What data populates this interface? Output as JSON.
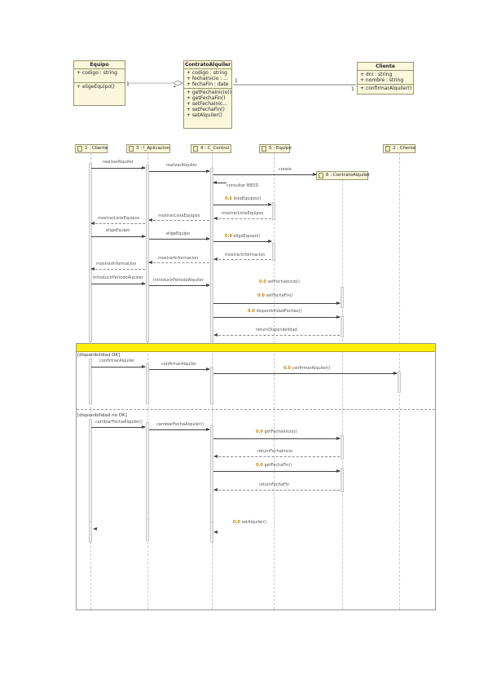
{
  "classes": {
    "equipo": {
      "name": "Equipo",
      "attributes": [
        "+ codigo : string"
      ],
      "operations": [
        "+ eligeEquipo()"
      ]
    },
    "contrato": {
      "name": "ContratoAlquiler",
      "attributes": [
        "+ codigo : string",
        "+ fechaInicio : ...",
        "+ fechaFin : date"
      ],
      "operations": [
        "+ getFechaInicio()",
        "+ getFechaFin()",
        "+ setFechaInic...",
        "+ setFechaFin()",
        "+ setAlquiler()"
      ]
    },
    "cliente": {
      "name": "Cliente",
      "attributes": [
        "+ dni : string",
        "+ nombre : string"
      ],
      "operations": [
        "+ confirmarAlquiler()"
      ]
    }
  },
  "lifelines": [
    {
      "id": "cliente",
      "label": "1 : Cliente"
    },
    {
      "id": "aplicacion",
      "label": "3 : I_Aplicacion"
    },
    {
      "id": "control",
      "label": "4 : C_Control"
    },
    {
      "id": "equipo",
      "label": "5 : Equipo"
    },
    {
      "id": "cliente2",
      "label": "2 : Cliente"
    },
    {
      "id": "contrato",
      "label": "6 : ContratoAlquiler"
    }
  ],
  "messages": [
    {
      "num": "",
      "text": "realizarAlquiler"
    },
    {
      "num": "",
      "text": "realizarAlquiler"
    },
    {
      "num": "",
      "text": "create"
    },
    {
      "num": "",
      "text": "consultar BBDD"
    },
    {
      "num": "0.6",
      "text": "listaEquipos()"
    },
    {
      "num": "",
      "text": "mostrarListaEquipos"
    },
    {
      "num": "",
      "text": "mostrarListaEquipos"
    },
    {
      "num": "",
      "text": "mostrarListaEquipos"
    },
    {
      "num": "",
      "text": "eligeEquipo"
    },
    {
      "num": "",
      "text": "eligeEquipo"
    },
    {
      "num": "0.8",
      "text": "eligeEquipo()"
    },
    {
      "num": "",
      "text": "mostrarInformacion"
    },
    {
      "num": "",
      "text": "mostrarInformacion"
    },
    {
      "num": "",
      "text": "mostrarInformacion"
    },
    {
      "num": "",
      "text": "introducirPeriodoAlquiler"
    },
    {
      "num": "",
      "text": "introducirPeriodoAlquiler"
    },
    {
      "num": "0.0",
      "text": "setFechaInicio()"
    },
    {
      "num": "0.0",
      "text": "setFechaFin()"
    },
    {
      "num": "0.0",
      "text": "disponibilidadFechas()"
    },
    {
      "num": "",
      "text": "returnDisponibilidad"
    }
  ],
  "fragment": {
    "guard1": "[disponibilidad OK]",
    "guard2": "[disponibilidad no OK]"
  },
  "ok_messages": [
    {
      "num": "",
      "text": "confirmarAlquiler"
    },
    {
      "num": "",
      "text": "confirmarAlquiler"
    },
    {
      "num": "0.0",
      "text": "confirmarAlquiler()"
    }
  ],
  "nok_messages": [
    {
      "num": "",
      "text": "cambiarFechaAlquiler()"
    },
    {
      "num": "",
      "text": "cambiarFechaAlquiler()"
    },
    {
      "num": "0.0",
      "text": "getFechaInicio()"
    },
    {
      "num": "",
      "text": "returnFechaInicio"
    },
    {
      "num": "0.0",
      "text": "getFechaFin()"
    },
    {
      "num": "",
      "text": "returnFechaFin"
    }
  ],
  "final_message": {
    "num": "0.0",
    "text": "setAlquiler()"
  },
  "colors": {
    "class_fill": "#fbf7dc",
    "fragment_header": "#ffee00",
    "seq_number": "#c88a00"
  }
}
